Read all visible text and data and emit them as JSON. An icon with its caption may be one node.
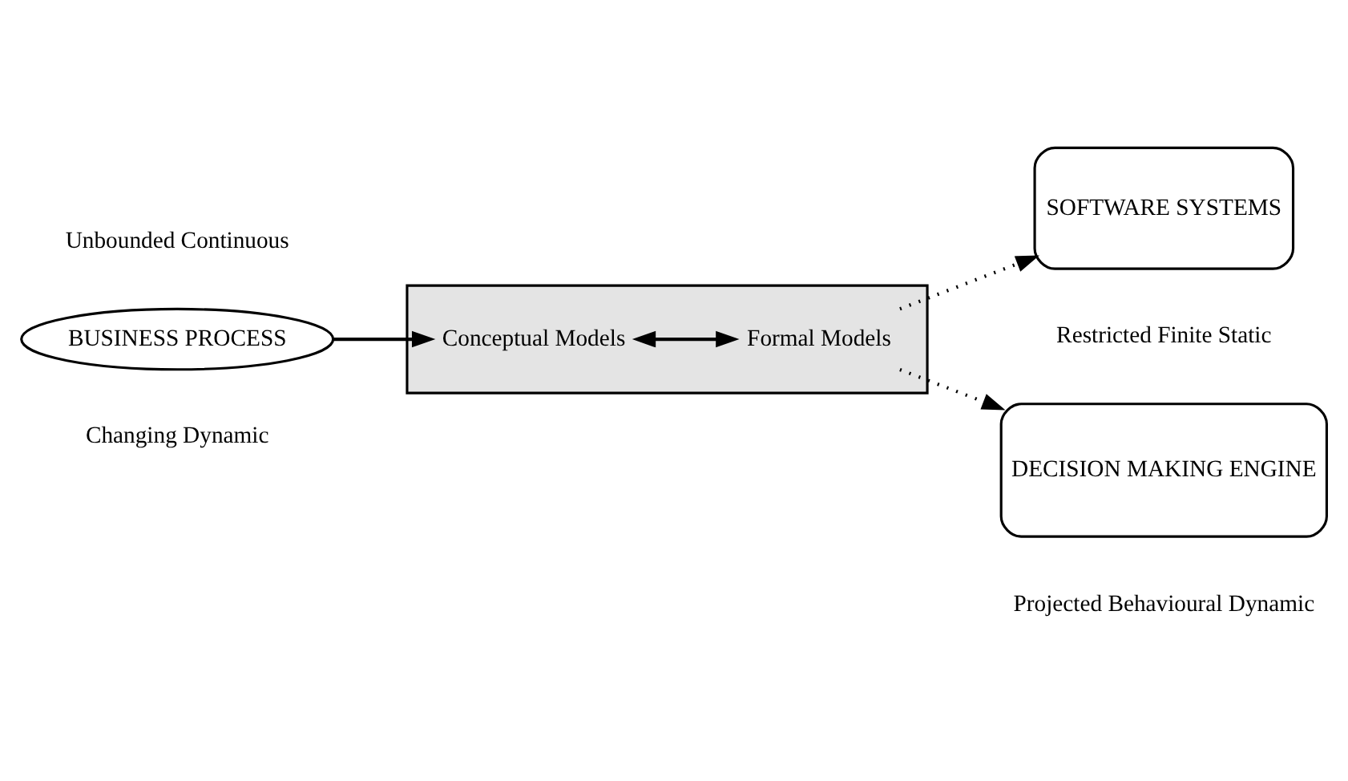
{
  "diagram": {
    "nodes": [
      {
        "text": [
          "BUSINESS PROCESS"
        ],
        "beside": [
          "Unbounded Continuous",
          "Changing Dynamic"
        ]
      },
      {
        "text": [],
        "shape": "box"
      },
      {
        "text": [
          "Conceptual Models"
        ],
        "in": 1
      },
      {
        "text": [
          "Formal Models"
        ],
        "in": 1
      },
      {
        "text": [
          "SOFTWARE SYSTEMS"
        ],
        "beside": [
          "Restricted Finite Static"
        ]
      },
      {
        "text": [
          "DECISION MAKING ENGINE"
        ],
        "beside": [
          "Projected Behavioural Dynamic"
        ]
      }
    ],
    "edges": [
      {
        "from": 0,
        "to": 2,
        "arrow": "to"
      },
      {
        "from": 2,
        "to": 3,
        "arrow": "both"
      },
      {
        "from": 3,
        "to": 4,
        "arrow": "to",
        "style": "dashed"
      },
      {
        "from": 3,
        "to": 5,
        "arrow": "to",
        "style": "dashed"
      }
    ]
  }
}
